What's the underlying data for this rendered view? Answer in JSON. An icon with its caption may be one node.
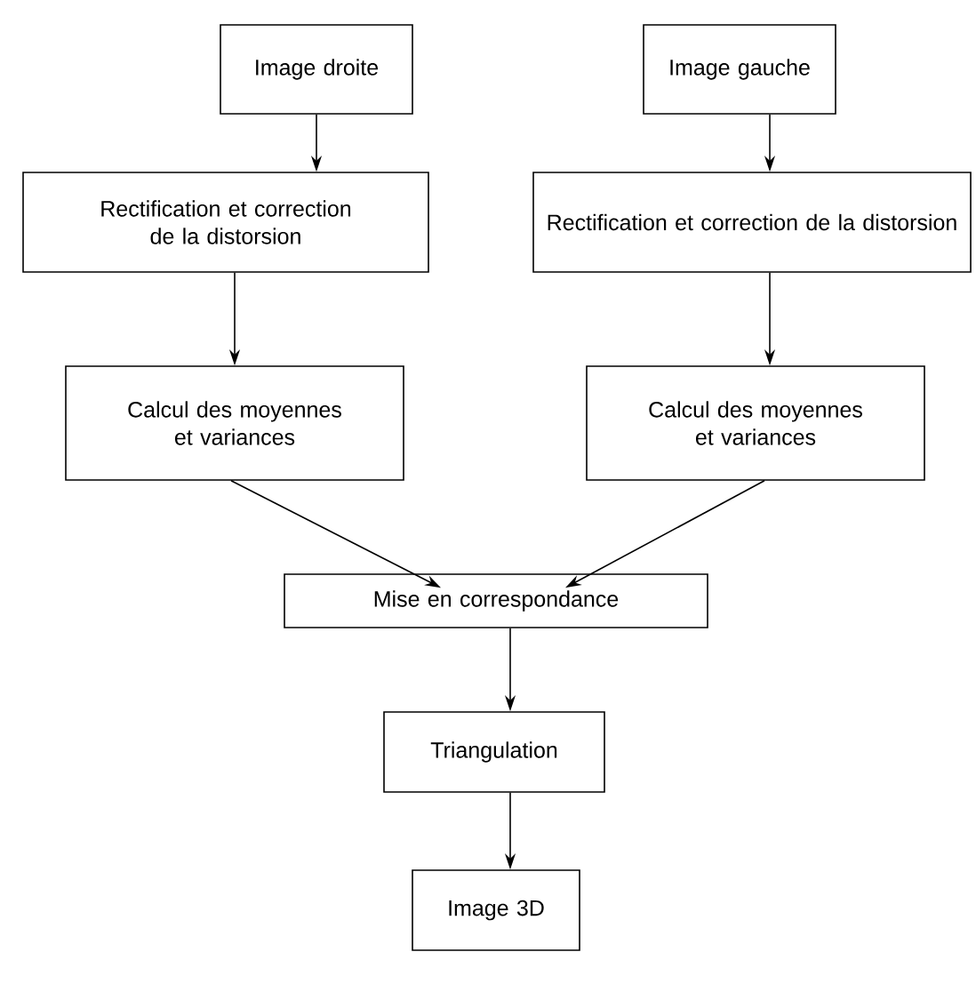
{
  "diagram": {
    "nodes": [
      {
        "text": [
          "Image droite"
        ]
      },
      {
        "text": [
          "Image gauche"
        ]
      },
      {
        "text": [
          "Rectification et correction de la distorsion"
        ]
      },
      {
        "text": [
          "Rectification et correction de la distorsion"
        ]
      },
      {
        "text": [
          "Calcul des moyennes et variances"
        ]
      },
      {
        "text": [
          "Calcul des moyennes et variances"
        ]
      },
      {
        "text": [
          "Mise en correspondance"
        ]
      },
      {
        "text": [
          "Triangulation"
        ]
      },
      {
        "text": [
          "Image 3D"
        ]
      }
    ],
    "edges": [
      {
        "from": 0,
        "to": 2,
        "arrow": "to"
      },
      {
        "from": 2,
        "to": 4,
        "arrow": "to"
      },
      {
        "from": 1,
        "to": 3,
        "arrow": "to"
      },
      {
        "from": 3,
        "to": 5,
        "arrow": "to"
      },
      {
        "from": 4,
        "to": 6,
        "arrow": "to"
      },
      {
        "from": 5,
        "to": 6,
        "arrow": "to"
      },
      {
        "from": 6,
        "to": 7,
        "arrow": "to"
      },
      {
        "from": 7,
        "to": 8,
        "arrow": "to"
      }
    ]
  }
}
